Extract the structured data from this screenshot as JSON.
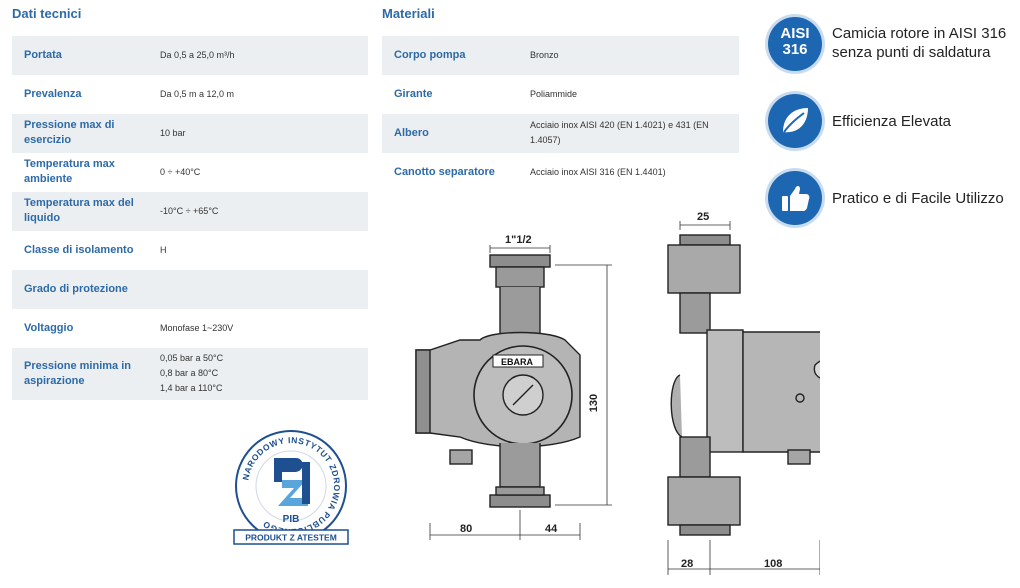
{
  "headings": {
    "tech": "Dati tecnici",
    "materials": "Materiali"
  },
  "tech_rows": [
    {
      "label": "Portata",
      "value": "Da 0,5 a 25,0 m³/h"
    },
    {
      "label": "Prevalenza",
      "value": "Da 0,5 m a 12,0 m"
    },
    {
      "label": "Pressione max di esercizio",
      "value": "10 bar"
    },
    {
      "label": "Temperatura max ambiente",
      "value": "0 ÷ +40°C"
    },
    {
      "label": "Temperatura max del liquido",
      "value": "-10°C ÷ +65°C"
    },
    {
      "label": "Classe di isolamento",
      "value": "H"
    },
    {
      "label": "Grado di protezione",
      "value": ""
    },
    {
      "label": "Voltaggio",
      "value": "Monofase 1~230V"
    },
    {
      "label": "Pressione minima in aspirazione",
      "value_lines": [
        "0,05 bar a 50°C",
        "0,8 bar a 80°C",
        "1,4 bar a 110°C"
      ]
    }
  ],
  "material_rows": [
    {
      "label": "Corpo pompa",
      "value": "Bronzo"
    },
    {
      "label": "Girante",
      "value": "Poliammide"
    },
    {
      "label": "Albero",
      "value": "Acciaio inox AISI 420 (EN 1.4021) e 431 (EN 1.4057)"
    },
    {
      "label": "Canotto separatore",
      "value": "Acciaio inox AISI 316 (EN 1.4401)"
    }
  ],
  "features": [
    {
      "icon": "aisi-316-icon",
      "icon_text": [
        "AISI",
        "316"
      ],
      "text": [
        "Camicia rotore in AISI 316",
        "senza punti di saldatura"
      ]
    },
    {
      "icon": "leaf-icon",
      "text": [
        "Efficienza Elevata"
      ]
    },
    {
      "icon": "thumbs-up-icon",
      "text": [
        "Pratico e di Facile Utilizzo"
      ]
    }
  ],
  "badge": {
    "ring_text": "NARODOWY INSTYTUT ZDROWIA PUBLICZNEGO",
    "pib": "PIB",
    "ribbon": "PRODUKT Z ATESTEM"
  },
  "drawing": {
    "brand": "EBARA",
    "dims": {
      "port": "1\"1/2",
      "height": "130",
      "left_half": "80",
      "right_half": "44",
      "top_width": "25",
      "bottom_left": "28",
      "bottom_right": "108"
    }
  }
}
